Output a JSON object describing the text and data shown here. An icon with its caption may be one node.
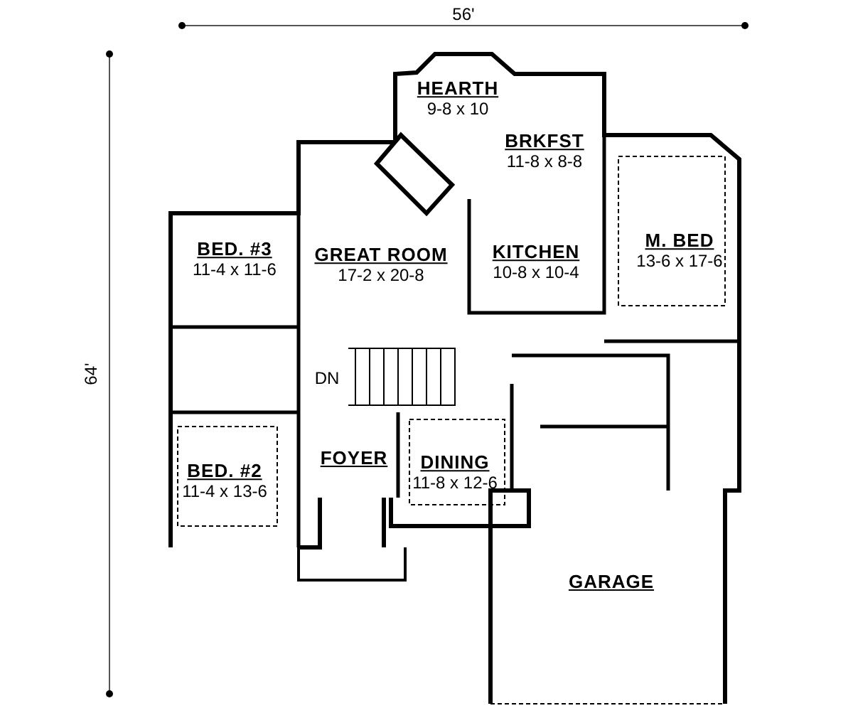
{
  "diagram": {
    "nodes": [
      {
        "text": [
          "HEARTH",
          "9-8 x 10"
        ]
      },
      {
        "text": [
          "BRKFST",
          "11-8 x 8-8"
        ]
      },
      {
        "text": [
          "M. BED",
          "13-6 x 17-6"
        ]
      },
      {
        "text": [
          "BED. #3",
          "11-4 x 11-6"
        ]
      },
      {
        "text": [
          "GREAT ROOM",
          "17-2 x 20-8"
        ]
      },
      {
        "text": [
          "KITCHEN",
          "10-8 x 10-4"
        ]
      },
      {
        "text": [
          "BED. #2",
          "11-4 x 13-6"
        ]
      },
      {
        "text": [
          "FOYER"
        ]
      },
      {
        "text": [
          "DINING",
          "11-8 x 12-6"
        ]
      },
      {
        "text": [
          "GARAGE"
        ]
      }
    ],
    "labels": [
      "56'",
      "64'",
      "DN"
    ]
  }
}
